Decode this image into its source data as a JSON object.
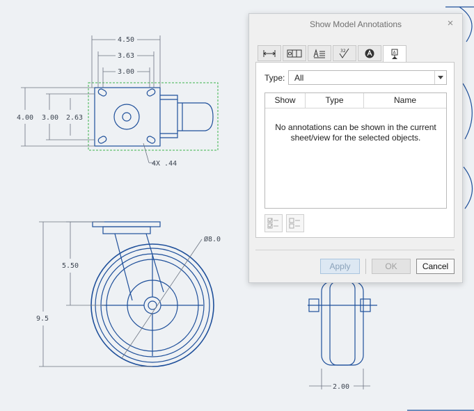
{
  "drawing": {
    "dims": {
      "top_width": "4.50",
      "top_mid": "3.63",
      "top_inner": "3.00",
      "left_height": "4.00",
      "left_mid": "3.00",
      "left_inner": "2.63",
      "holes": "4X .44",
      "wheel_dia": "Ø8.0",
      "side_offset": "5.50",
      "total_height": "9.5",
      "wheel_width": "2.00"
    }
  },
  "dialog": {
    "title": "Show Model Annotations",
    "close_glyph": "×",
    "tabs": [
      {
        "icon": "dimension-icon"
      },
      {
        "icon": "gtol-icon"
      },
      {
        "icon": "note-icon"
      },
      {
        "icon": "surface-finish-icon"
      },
      {
        "icon": "symbol-icon"
      },
      {
        "icon": "datum-icon",
        "active": true
      }
    ],
    "type_label": "Type:",
    "type_value": "All",
    "columns": {
      "show": "Show",
      "type": "Type",
      "name": "Name"
    },
    "empty_message": "No annotations can be shown in the current sheet/view for the selected objects.",
    "buttons": {
      "apply": "Apply",
      "ok": "OK",
      "cancel": "Cancel"
    }
  }
}
